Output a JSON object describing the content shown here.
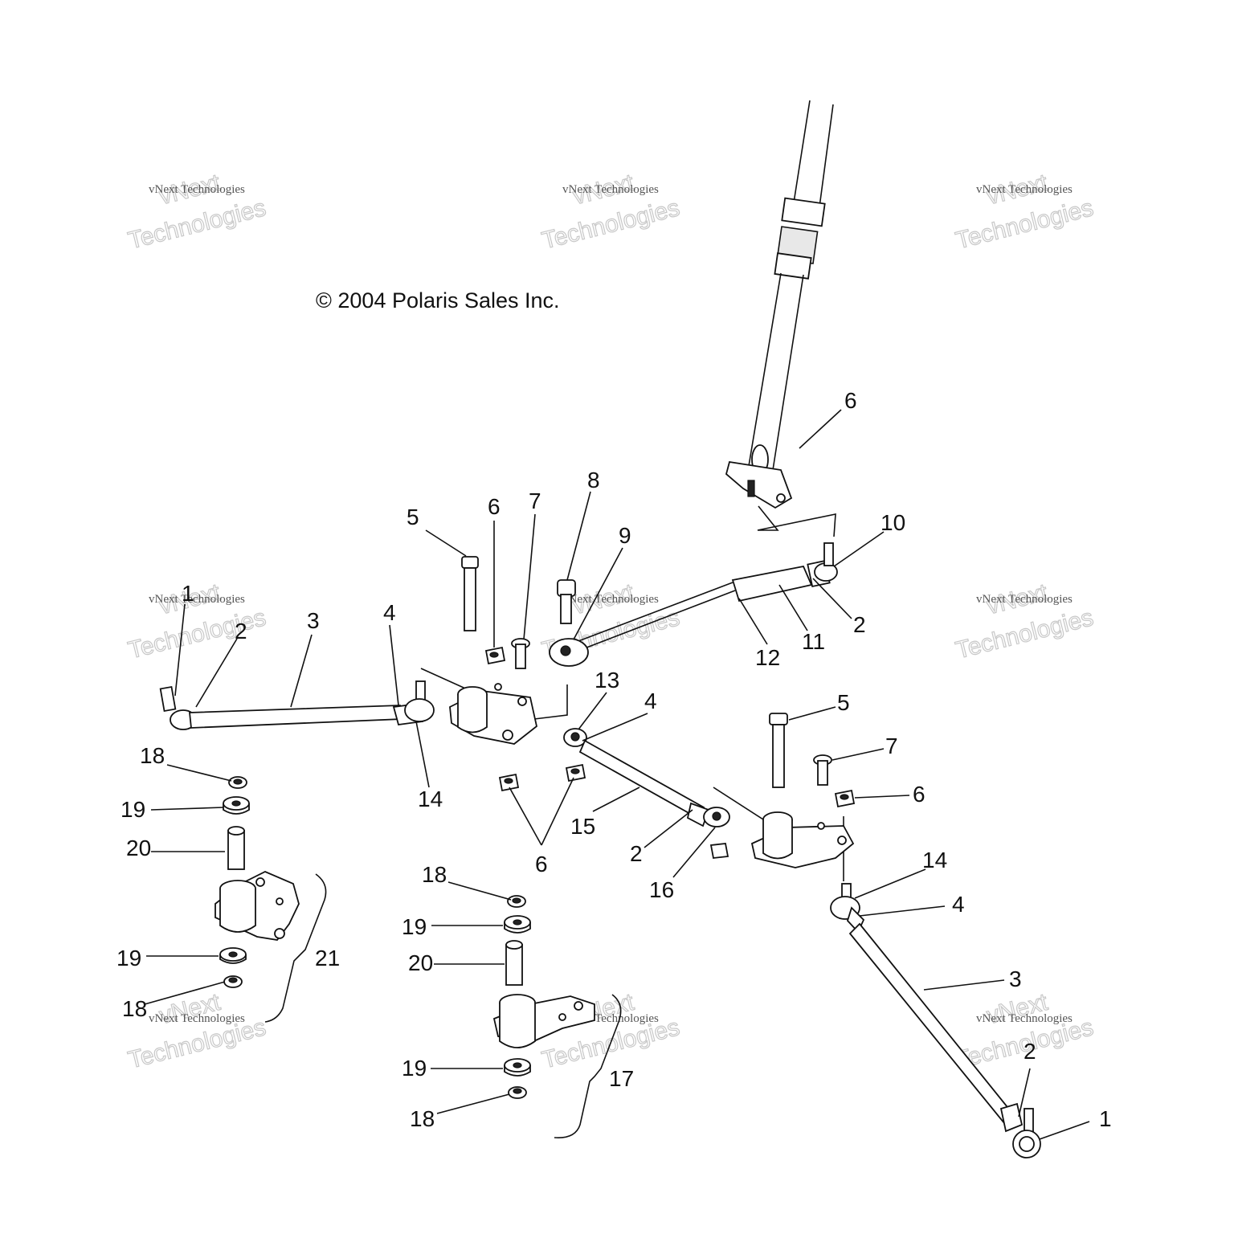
{
  "copyright": "© 2004 Polaris Sales Inc.",
  "watermark": {
    "line1": "vNext Technologies",
    "line2": "vNext",
    "line3": "Technologies"
  },
  "callouts": [
    "1",
    "2",
    "3",
    "4",
    "5",
    "6",
    "7",
    "8",
    "9",
    "10",
    "11",
    "12",
    "13",
    "14",
    "15",
    "16",
    "17",
    "18",
    "19",
    "20",
    "21"
  ]
}
